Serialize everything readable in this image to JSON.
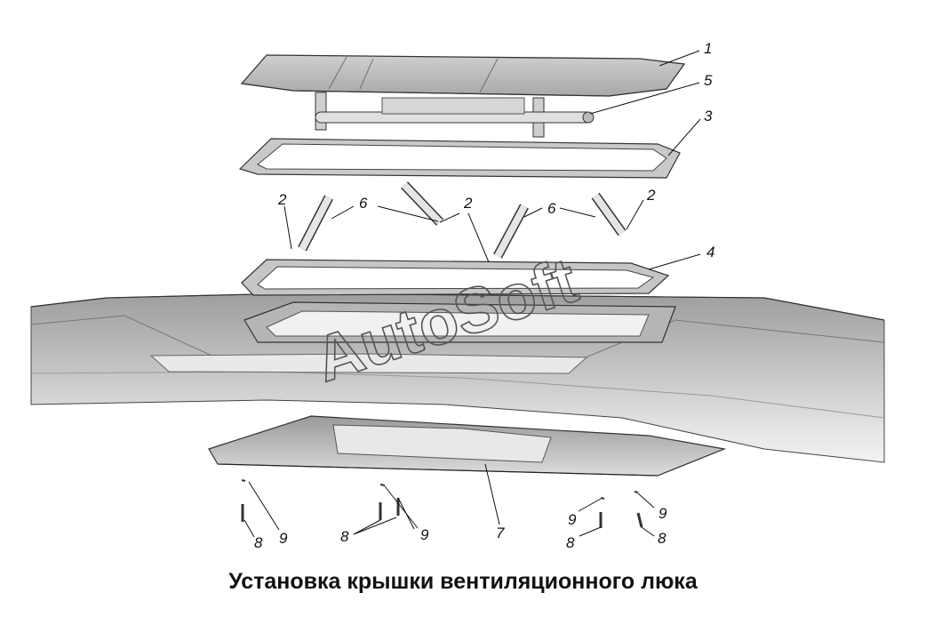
{
  "caption": "Установка крышки вентиляционного люка",
  "watermark": "AutoSoft",
  "callouts": [
    "1",
    "5",
    "3",
    "2",
    "6",
    "2",
    "6",
    "2",
    "4",
    "7",
    "9",
    "8",
    "9",
    "8",
    "9",
    "8",
    "9",
    "8"
  ],
  "colors": {
    "line": "#111111",
    "roof_fill": "#c8c8c8",
    "roof_light": "#e6e6e6",
    "part_fill": "#d9d9d9"
  }
}
